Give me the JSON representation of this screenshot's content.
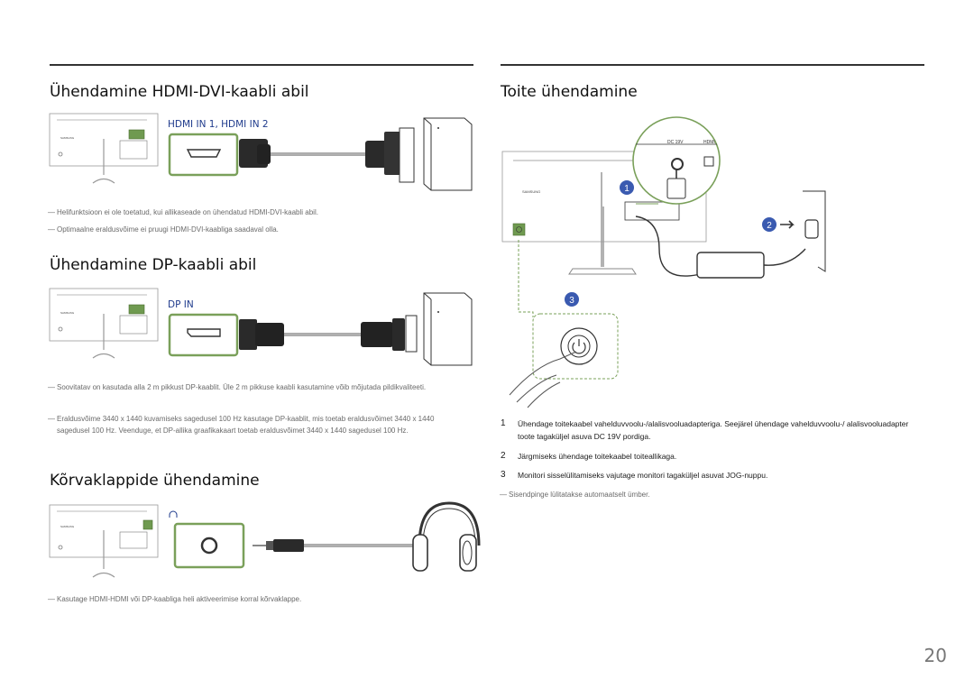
{
  "sections": {
    "hdmi_dvi": {
      "title": "Ühendamine HDMI-DVI-kaabli abil",
      "port_label": "HDMI IN 1, HDMI IN 2",
      "notes": [
        "Helifunktsioon ei ole toetatud, kui allikaseade on ühendatud HDMI-DVI-kaabli abil.",
        "Optimaalne eraldusvõime ei pruugi HDMI-DVI-kaabliga saadaval olla."
      ]
    },
    "dp": {
      "title": "Ühendamine DP-kaabli abil",
      "port_label": "DP IN",
      "notes": [
        "Soovitatav on kasutada alla 2 m pikkust DP-kaablit. Üle 2 m pikkuse kaabli kasutamine võib mõjutada pildikvaliteeti.",
        "Eraldusvõime 3440 x 1440 kuvamiseks sagedusel 100 Hz kasutage DP-kaablit, mis toetab eraldusvõimet 3440 x 1440 sagedusel 100 Hz. Veenduge, et DP-allika graafikakaart toetab eraldusvõimet 3440 x 1440 sagedusel 100 Hz."
      ]
    },
    "headphones": {
      "title": "Kõrvaklappide ühendamine",
      "notes": [
        "Kasutage HDMI-HDMI või DP-kaabliga heli aktiveerimise korral kõrvaklappe."
      ]
    },
    "power": {
      "title": "Toite ühendamine",
      "port_labels": [
        "DC 19V",
        "HDMI"
      ],
      "callouts": [
        "1",
        "2",
        "3"
      ],
      "steps": [
        {
          "num": "1",
          "text": "Ühendage toitekaabel vahelduvvoolu-/alalisvooluadapteriga. Seejärel ühendage vahelduvvoolu-/ alalisvooluadapter toote tagaküljel asuva DC 19V pordiga."
        },
        {
          "num": "2",
          "text": "Järgmiseks ühendage toitekaabel toiteallikaga."
        },
        {
          "num": "3",
          "text": "Monitori sisselülitamiseks vajutage monitori tagaküljel asuvat JOG-nuppu."
        }
      ],
      "notes": [
        "Sisendpinge lülitatakse automaatselt ümber."
      ]
    }
  },
  "brand": "SAMSUNG",
  "note_mark": "―",
  "page_number": "20",
  "colors": {
    "accent": "#5a8a3a",
    "callout": "#3a5ab0",
    "port_label": "#1f3b8c"
  }
}
